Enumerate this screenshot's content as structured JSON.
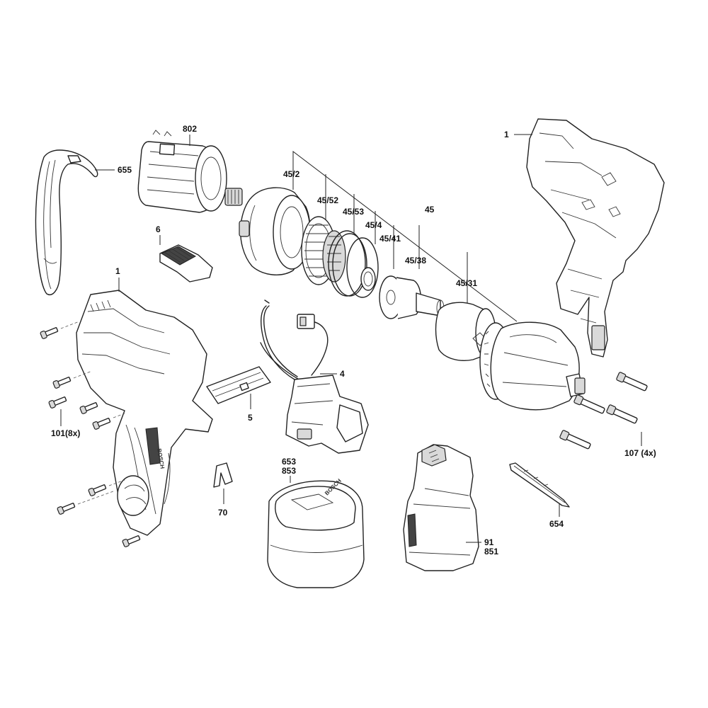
{
  "labels": {
    "motor": "802",
    "housing_right": "1",
    "housing_left": "1",
    "strap": "655",
    "switch_cover": "6",
    "gear_group": "45/2",
    "ring_gear": "45/52",
    "ring_53": "45/53",
    "ring_4": "45/4",
    "ring_41": "45/41",
    "gear_assembly": "45",
    "spindle": "45/38",
    "hammer": "45/31",
    "switch": "4",
    "slide": "5",
    "screws_left": "101(8x)",
    "screws_right": "107 (4x)",
    "clip": "70",
    "charger_a": "653",
    "charger_b": "853",
    "battery_a": "91",
    "battery_b": "851",
    "bit": "654"
  },
  "marks": {
    "charger_logo": "BOSCH",
    "handle_badge": "BOSCH"
  }
}
